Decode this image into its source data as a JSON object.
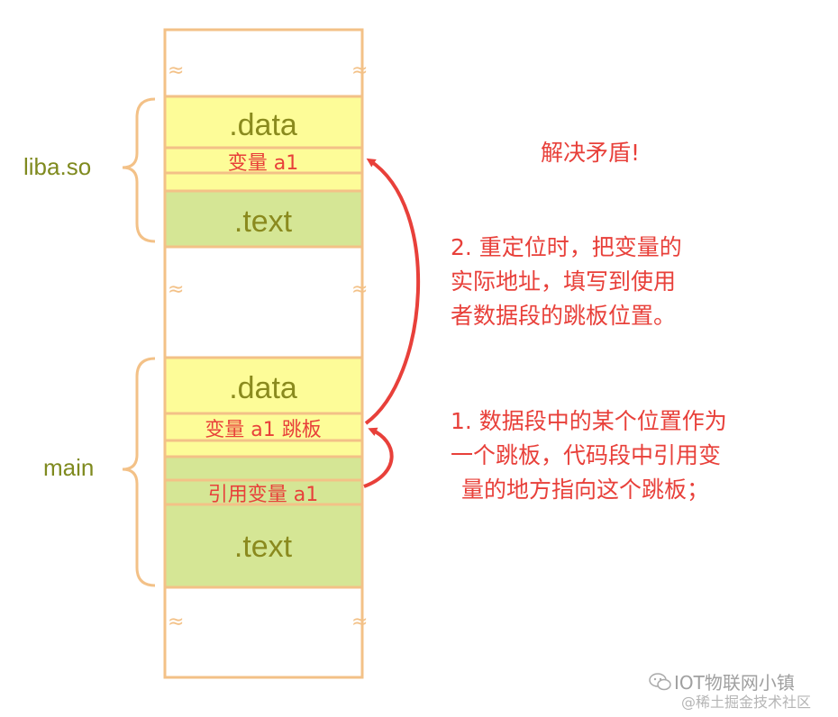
{
  "diagram": {
    "libso_label": "liba.so",
    "main_label": "main",
    "libso_data_label": ".data",
    "libso_var_label": "变量 a1",
    "libso_text_label": ".text",
    "main_data_label": ".data",
    "main_tramp_label": "变量 a1 跳板",
    "main_ref_label": "引用变量 a1",
    "main_text_label": ".text",
    "title_note": "解决矛盾!",
    "note2_lines": [
      "2. 重定位时，把变量的",
      "实际地址，填写到使用",
      "者数据段的跳板位置。"
    ],
    "note1_lines": [
      "1. 数据段中的某个位置作为",
      "一个跳板，代码段中引用变",
      "量的地方指向这个跳板；"
    ],
    "break_mark": "≈",
    "colors": {
      "outline": "#f3c187",
      "data_fill": "#fdfc98",
      "text_fill": "#d5e695",
      "arrow": "#e8403a",
      "label": "#7f8a1f"
    }
  },
  "watermark": {
    "line1": "IOT物联网小镇",
    "line2": "@稀土掘金技术社区"
  }
}
